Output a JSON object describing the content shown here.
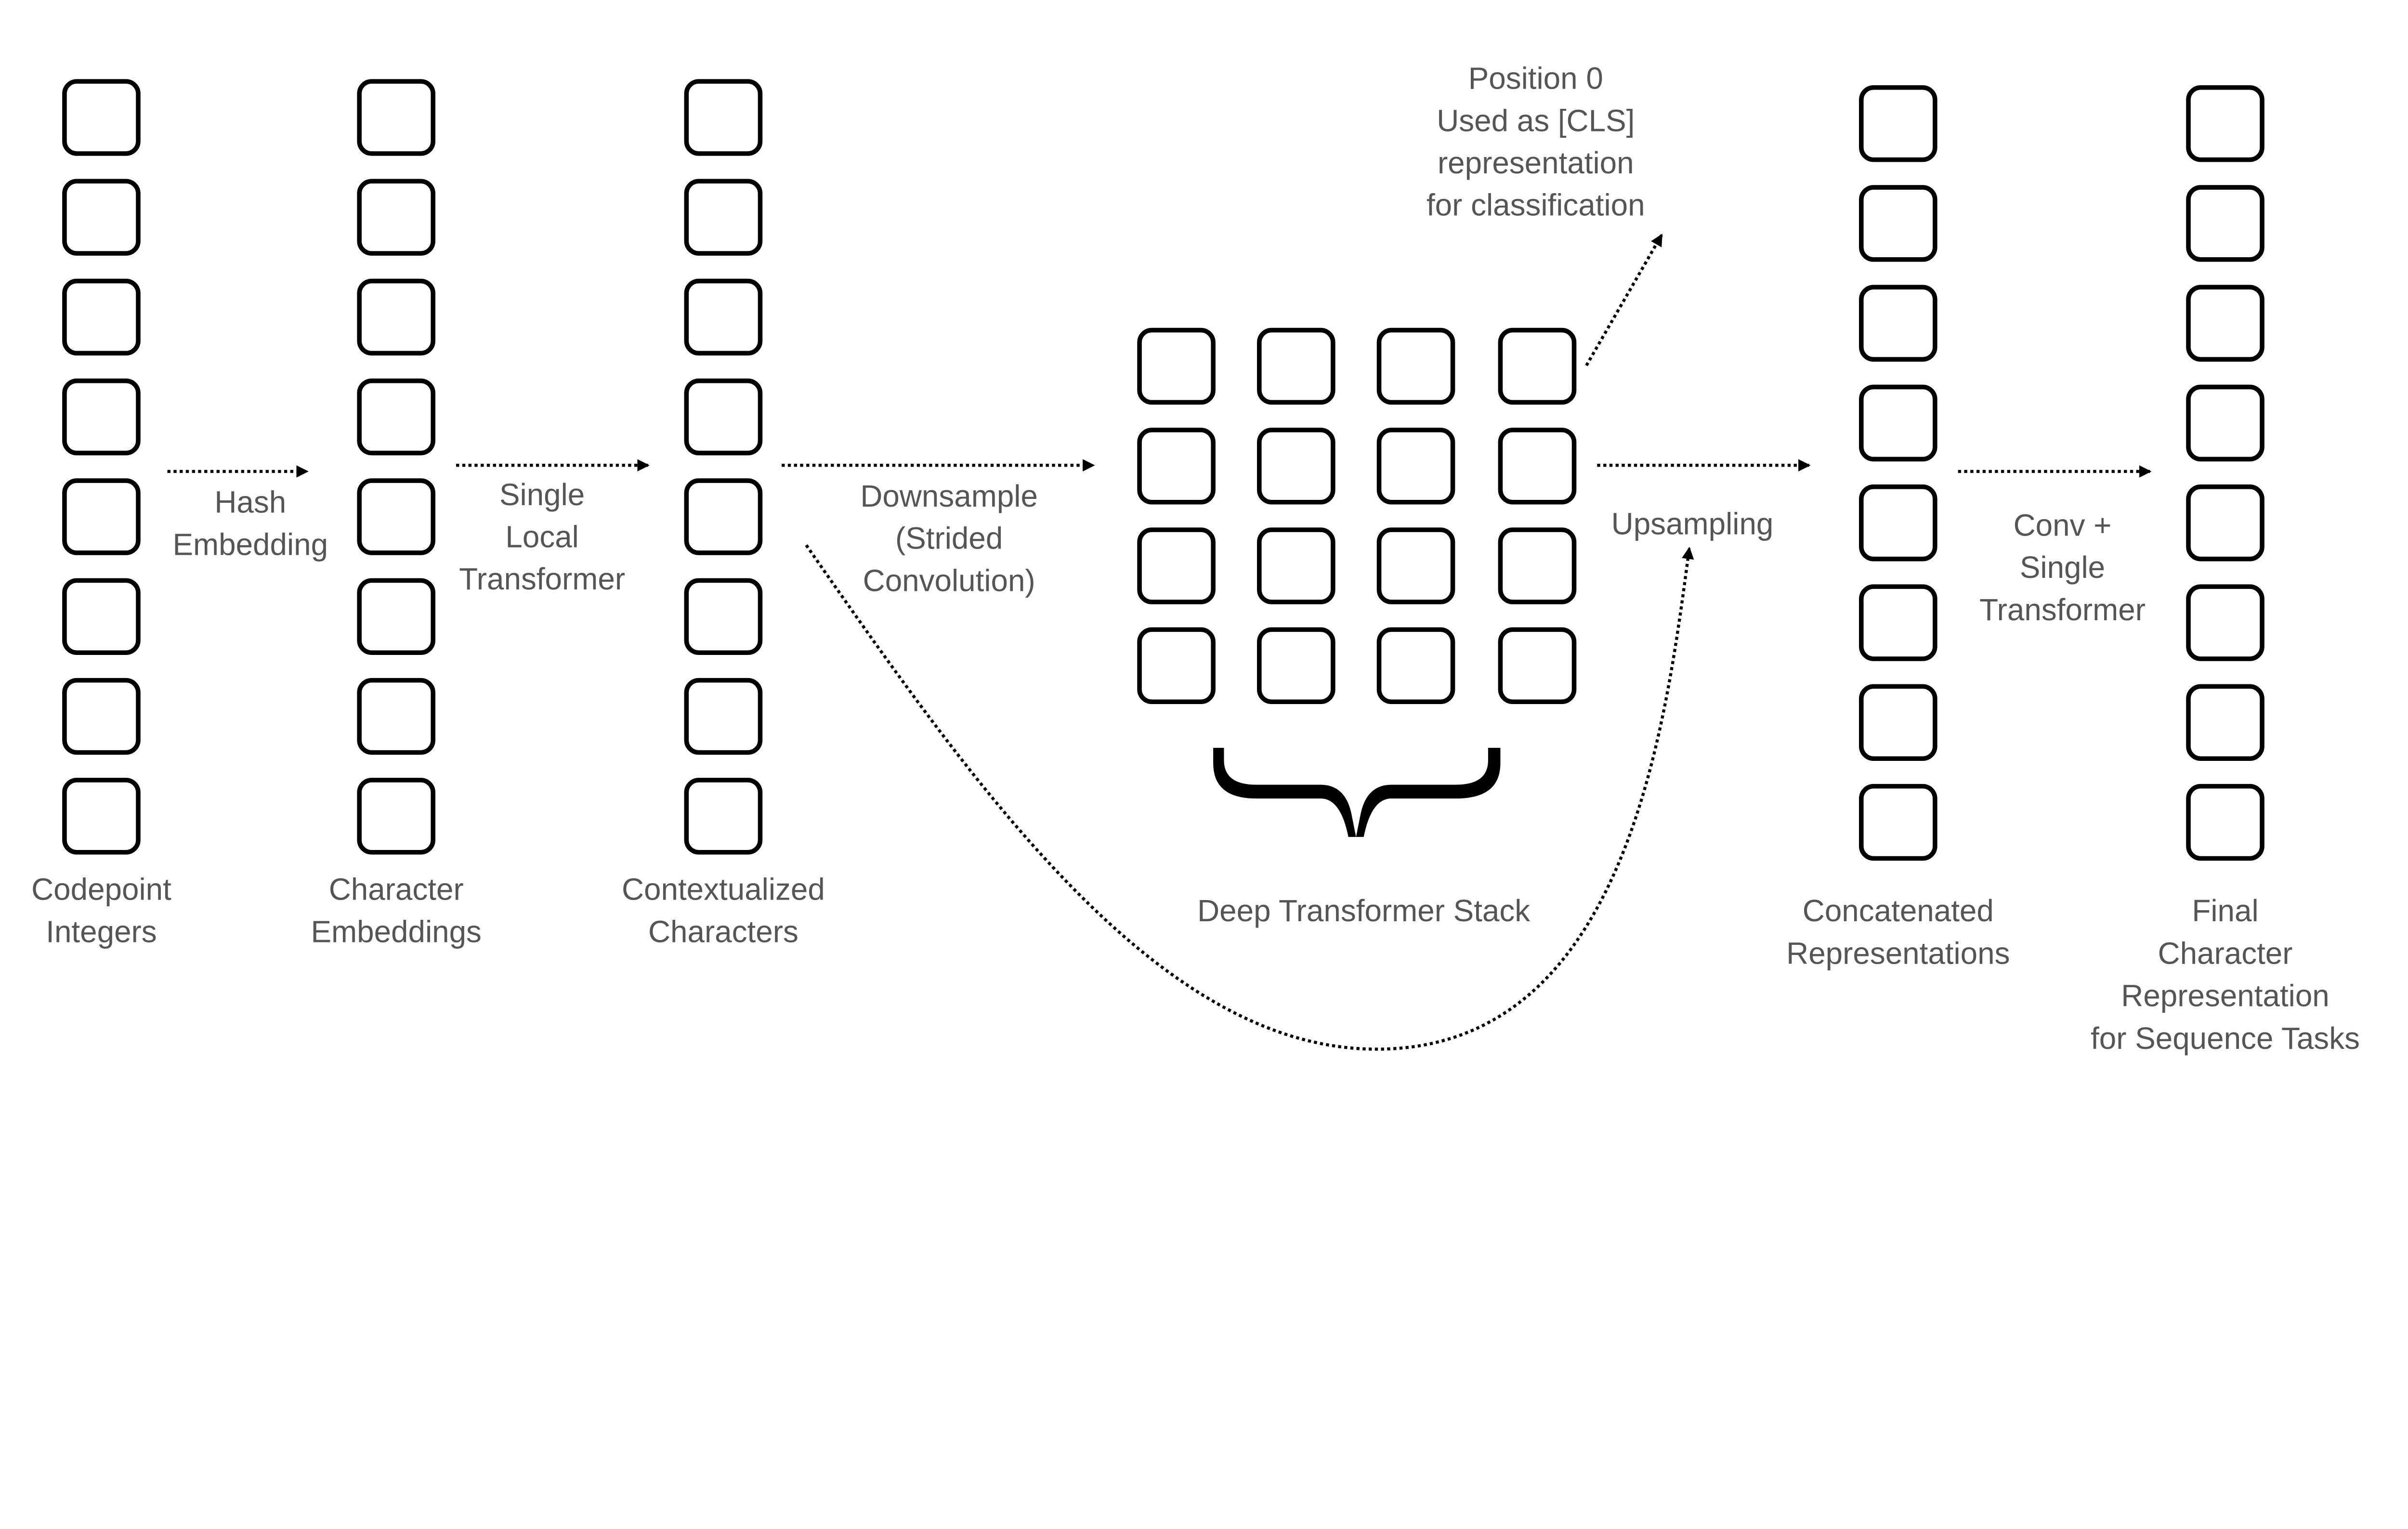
{
  "columns": [
    {
      "id": "codepoint-integers",
      "label": [
        "Codepoint",
        "Integers"
      ],
      "cells": 8
    },
    {
      "id": "character-embeddings",
      "label": [
        "Character",
        "Embeddings"
      ],
      "cells": 8
    },
    {
      "id": "contextualized-characters",
      "label": [
        "Contextualized",
        "Characters"
      ],
      "cells": 8
    },
    {
      "id": "concatenated-representations",
      "label": [
        "Concatenated",
        "Representations"
      ],
      "cells": 8
    },
    {
      "id": "final-character-representation",
      "label": [
        "Final",
        "Character",
        "Representation",
        "for Sequence Tasks"
      ],
      "cells": 8
    }
  ],
  "deep_stack": {
    "label": "Deep Transformer Stack",
    "rows": 4,
    "cols": 4
  },
  "edges": [
    {
      "id": "hash-embedding",
      "label": [
        "Hash",
        "Embedding"
      ]
    },
    {
      "id": "single-local-transformer",
      "label": [
        "Single",
        "Local",
        "Transformer"
      ]
    },
    {
      "id": "downsample",
      "label": [
        "Downsample",
        "(Strided",
        "Convolution)"
      ]
    },
    {
      "id": "upsampling",
      "label": [
        "Upsampling"
      ]
    },
    {
      "id": "conv-single-transformer",
      "label": [
        "Conv +",
        "Single",
        "Transformer"
      ]
    },
    {
      "id": "cls-output",
      "label": [
        "Position 0",
        "Used as [CLS]",
        "representation",
        "for classification"
      ]
    },
    {
      "id": "residual-skip",
      "label": []
    }
  ],
  "colors": {
    "box_stroke": "#000000",
    "text": "#555555",
    "background": "#ffffff"
  }
}
